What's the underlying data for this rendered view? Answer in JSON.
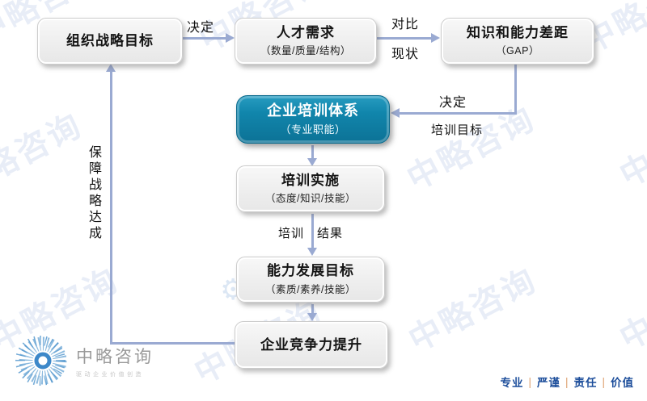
{
  "diagram": {
    "nodes": {
      "org_goal": {
        "title": "组织战略目标"
      },
      "talent_demand": {
        "title": "人才需求",
        "subtitle": "（数量/质量/结构）"
      },
      "gap": {
        "title": "知识和能力差距",
        "subtitle": "（GAP）"
      },
      "training_system": {
        "title": "企业培训体系",
        "subtitle": "（专业职能）"
      },
      "training_impl": {
        "title": "培训实施",
        "subtitle": "（态度/知识/技能）"
      },
      "capability_goal": {
        "title": "能力发展目标",
        "subtitle": "（素质/素养/技能）"
      },
      "competitiveness": {
        "title": "企业竞争力提升"
      }
    },
    "edge_labels": {
      "decide1": "决定",
      "compare_top": "对比",
      "compare_bottom": "现状",
      "decide2": "决定",
      "training_goal": "培训目标",
      "training": "培训",
      "result": "结果",
      "ensure_strategy": "保障战略达成"
    },
    "colors": {
      "accent_node_fill": "#0F7FA6",
      "connector": "#9AAAD2",
      "node_fill": "#EFEFEF"
    }
  },
  "watermark": {
    "text": "中略咨询"
  },
  "logo": {
    "name": "中略咨询",
    "tagline": "驱动企业价值创造"
  },
  "motto": {
    "items": [
      "专业",
      "严谨",
      "责任",
      "价值"
    ],
    "separator": "|",
    "text_color": "#1D4E9B",
    "separator_color": "#DDA070"
  }
}
